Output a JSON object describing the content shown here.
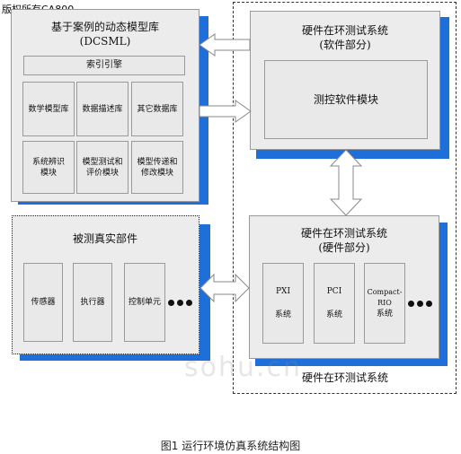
{
  "copyright": "版权所有CA800",
  "left_top": {
    "title_line1": "基于案例的动态模型库",
    "title_line2": "(DCSML)",
    "index_engine": "索引引擎",
    "cells": [
      "数学模型库",
      "数据描述库",
      "其它数据库"
    ],
    "cells_row2": [
      {
        "line1": "系统辨识",
        "line2": "模块"
      },
      {
        "line1": "模型测试和",
        "line2": "评价模块"
      },
      {
        "line1": "模型传递和",
        "line2": "修改模块"
      }
    ]
  },
  "left_bottom": {
    "title": "被测真实部件",
    "items": [
      "传感器",
      "执行器",
      "控制单元"
    ]
  },
  "right_top": {
    "title_line1": "硬件在环测试系统",
    "title_line2": "(软件部分)",
    "inner": "测控软件模块"
  },
  "right_bottom": {
    "title_line1": "硬件在环测试系统",
    "title_line2": "(硬件部分)",
    "items": [
      {
        "line1": "PXI",
        "line2": "系统"
      },
      {
        "line1": "PCI",
        "line2": "系统"
      },
      {
        "line1": "Compact-RIO",
        "line2": "系统"
      }
    ]
  },
  "outer_label": "硬件在环测试系统",
  "watermark": "sohu.cn",
  "caption": "图1  运行环境仿真系统结构图",
  "colors": {
    "shadow": "#1e6fd9",
    "panel": "#ececec",
    "border": "#9a9a9a"
  }
}
